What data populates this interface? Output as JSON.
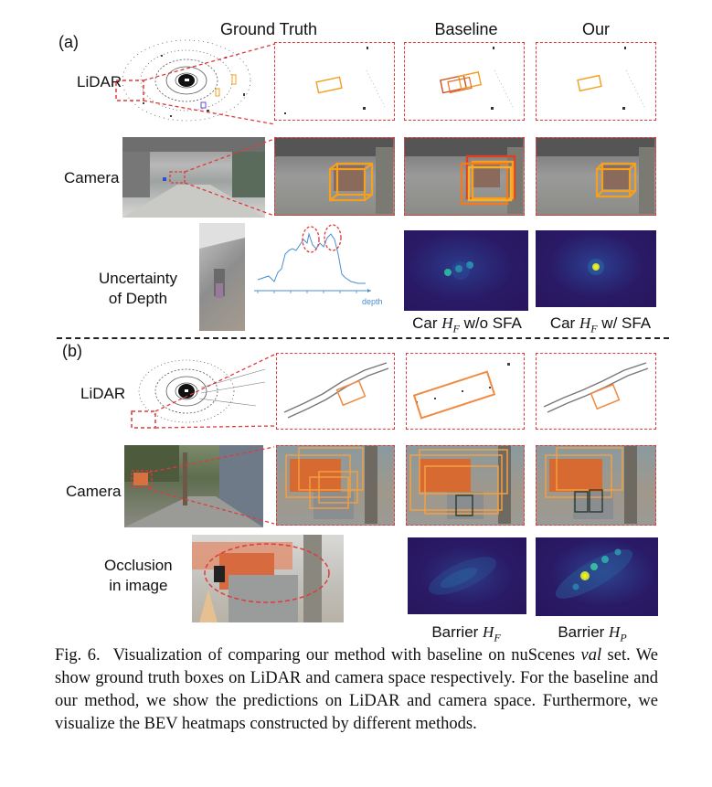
{
  "columns": {
    "ground_truth": "Ground Truth",
    "baseline": "Baseline",
    "ours": "Our"
  },
  "section_a": "(a)",
  "section_b": "(b)",
  "rows": {
    "lidar": "LiDAR",
    "camera": "Camera"
  },
  "uncertainty": {
    "line1": "Uncertainty",
    "line2": "of Depth",
    "axis_word": "depth"
  },
  "occlusion": {
    "line1": "Occlusion",
    "line2": "in image"
  },
  "heatmap_labels_a": {
    "left": {
      "prefix": "Car ",
      "var": "H",
      "sub": "F",
      "suffix": " w/o SFA"
    },
    "right": {
      "prefix": "Car ",
      "var": "H",
      "sub": "F",
      "suffix": " w/ SFA"
    }
  },
  "heatmap_labels_b": {
    "left": {
      "prefix": "Barrier ",
      "var": "H",
      "sub": "F"
    },
    "right": {
      "prefix": "Barrier ",
      "var": "H",
      "sub": "P"
    }
  },
  "caption": {
    "label": "Fig. 6.",
    "text_1": "Visualization of comparing our method with baseline on nuScenes ",
    "italic": "val",
    "text_2": " set. We show ground truth boxes on LiDAR and camera space respectively. For the baseline and our method, we show the predictions on LiDAR and camera space. Furthermore, we visualize the BEV heatmaps constructed by different methods."
  },
  "colors": {
    "dashed_box": "#e03a3a",
    "heatmap_bg": "#2a1a66",
    "box_orange": "#f0a020"
  }
}
